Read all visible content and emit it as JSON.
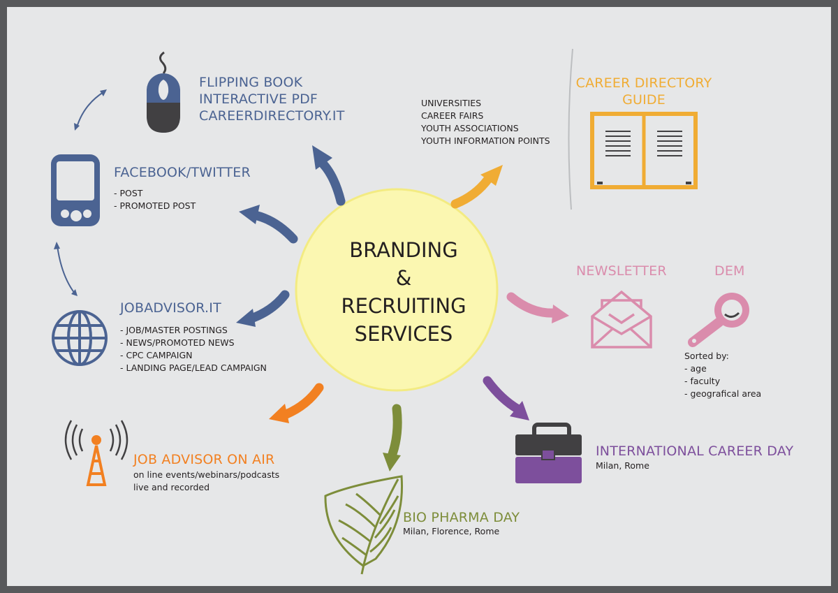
{
  "center": {
    "line1": "BRANDING",
    "line2": "&",
    "line3": "RECRUITING",
    "line4": "SERVICES"
  },
  "flipping": {
    "line1": "FLIPPING BOOK",
    "line2": "INTERACTIVE PDF",
    "line3": "CAREERDIRECTORY.IT"
  },
  "facebook": {
    "title": "FACEBOOK/TWITTER",
    "items": [
      "- POST",
      "- PROMOTED POST"
    ]
  },
  "jobadvisor": {
    "title": "JOBADVISOR.IT",
    "items": [
      "- JOB/MASTER POSTINGS",
      "- NEWS/PROMOTED NEWS",
      "- CPC CAMPAIGN",
      "- LANDING PAGE/LEAD CAMPAIGN"
    ]
  },
  "onair": {
    "title": "JOB ADVISOR ON AIR",
    "line1": "on line events/webinars/podcasts",
    "line2": "live and recorded"
  },
  "biopharma": {
    "title": "BIO PHARMA DAY",
    "subtitle": "Milan, Florence, Rome"
  },
  "international": {
    "title": "INTERNATIONAL CAREER DAY",
    "subtitle": "Milan, Rome"
  },
  "newsletter": {
    "title": "NEWSLETTER"
  },
  "dem": {
    "title": "DEM",
    "sorted": "Sorted by:",
    "items": [
      "- age",
      "- faculty",
      "- geografical area"
    ]
  },
  "career_guide": {
    "line1": "CAREER DIRECTORY",
    "line2": "GUIDE"
  },
  "distribution": {
    "items": [
      "UNIVERSITIES",
      "CAREER FAIRS",
      "YOUTH ASSOCIATIONS",
      "YOUTH INFORMATION POINTS"
    ]
  },
  "colors": {
    "blue": "#4b6392",
    "orange": "#f28021",
    "green": "#7d8d3a",
    "purple": "#7d4f9c",
    "pink": "#da8cac",
    "gold": "#f0ac34",
    "circle": "#fbf7b1",
    "icon_gray": "#414042"
  }
}
